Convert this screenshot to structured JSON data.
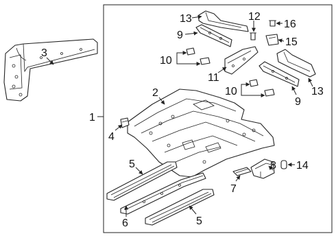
{
  "callouts": {
    "c1": "1",
    "c2": "2",
    "c3": "3",
    "c4": "4",
    "c5a": "5",
    "c5b": "5",
    "c6": "6",
    "c7": "7",
    "c8": "8",
    "c9a": "9",
    "c9b": "9",
    "c10a": "10",
    "c10b": "10",
    "c11": "11",
    "c12": "12",
    "c13a": "13",
    "c13b": "13",
    "c14": "14",
    "c15": "15",
    "c16": "16"
  }
}
